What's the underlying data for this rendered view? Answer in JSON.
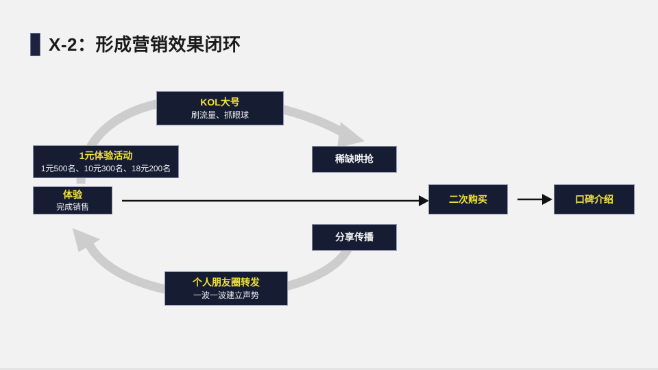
{
  "slide": {
    "background_color": "#f2f2f2",
    "title": "X-2：形成营销效果闭环",
    "accent_color": "#1c2240",
    "node_fill_color": "#161d33",
    "highlight_text_color": "#f2e23a",
    "loop_arrow_color": "#cccccc",
    "flow_arrow_color": "#111111"
  },
  "nodes": {
    "kol": {
      "title": "KOL大号",
      "subtitle": "刷流量、抓眼球"
    },
    "trial": {
      "title": "1元体验活动",
      "subtitle": "1元500名、10元300名、18元200名"
    },
    "experience": {
      "title": "体验",
      "subtitle": "完成销售"
    },
    "scarcity": {
      "title": "稀缺哄抢"
    },
    "share": {
      "title": "分享传播"
    },
    "repost": {
      "title": "个人朋友圈转发",
      "subtitle": "一波一波建立声势"
    },
    "repurchase": {
      "title": "二次购买"
    },
    "word_of_mouth": {
      "title": "口碑介绍"
    }
  },
  "connectors": [
    {
      "name": "upper-loop-arc",
      "from": "trial",
      "to": "scarcity",
      "style": "thick-gray-curved-arrow"
    },
    {
      "name": "lower-loop-arc",
      "from": "share",
      "to": "experience",
      "style": "thick-gray-curved-arrow"
    },
    {
      "name": "experience-to-repurchase",
      "from": "experience",
      "to": "repurchase",
      "style": "thin-black-straight-arrow"
    },
    {
      "name": "repurchase-to-word-of-mouth",
      "from": "repurchase",
      "to": "word_of_mouth",
      "style": "thin-black-straight-arrow"
    }
  ]
}
